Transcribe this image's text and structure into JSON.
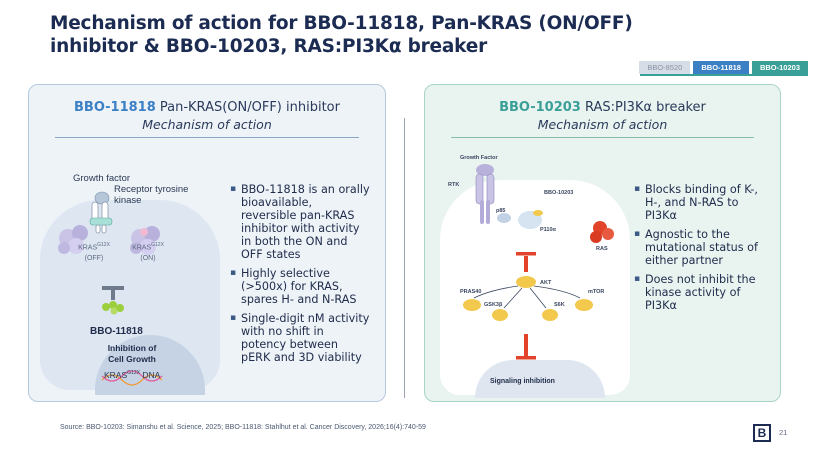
{
  "slide": {
    "title": "Mechanism of action for BBO-11818, Pan-KRAS (ON/OFF) inhibitor & BBO-10203, RAS:PI3Kα breaker",
    "page_number": "21",
    "source": "Source: BBO-10203: Simanshu et al. Science, 2025; BBO-11818: Stahlhut et al. Cancer Discovery, 2026;16(4):740-59",
    "logo_text": "B"
  },
  "tabs": [
    {
      "label": "BBO-8520"
    },
    {
      "label": "BBO-11818"
    },
    {
      "label": "BBO-10203"
    }
  ],
  "left_panel": {
    "drug": "BBO-11818",
    "heading_rest": " Pan-KRAS(ON/OFF) inhibitor",
    "subheading": "Mechanism of action",
    "bullets": [
      "BBO-11818 is an orally bioavailable, reversible pan-KRAS inhibitor with activity in both the ON and OFF states",
      "Highly selective (>500x) for KRAS, spares H- and N-RAS",
      "Single-digit nM activity with no shift in potency between pERK and 3D viability"
    ],
    "diagram": {
      "growth_factor": "Growth factor",
      "receptor": "Receptor tyrosine kinase",
      "kras_off": "KRAS",
      "kras_off_sup": "G12X",
      "kras_off_state": "(OFF)",
      "kras_on": "KRAS",
      "kras_on_sup": "G12X",
      "kras_on_state": "(ON)",
      "drug_label": "BBO-11818",
      "inhibition": "Inhibition of Cell Growth",
      "dna_prefix": "KRAS",
      "dna_sup": "G12X",
      "dna_suffix": " DNA"
    }
  },
  "right_panel": {
    "drug": "BBO-10203",
    "heading_rest": " RAS:PI3Kα breaker",
    "subheading": "Mechanism of action",
    "bullets": [
      "Blocks binding of K-, H-, and N-RAS to PI3Kα",
      "Agnostic to the mutational status of either partner",
      "Does not inhibit the kinase activity of PI3Kα"
    ],
    "diagram": {
      "growth_factor": "Growth Factor",
      "rtk": "RTK",
      "drug": "BBO-10203",
      "p85": "p85",
      "p110": "P110α",
      "ras": "RAS",
      "akt": "AKT",
      "pras40": "PRAS40",
      "mtor": "mTOR",
      "gsk3b": "GSK3β",
      "s6k": "S6K",
      "signaling": "Signaling inhibition"
    }
  },
  "colors": {
    "title": "#1b2b52",
    "blue": "#3b7fc4",
    "teal": "#3a9f97",
    "inhibitor_green": "#9ccf3e",
    "inhibit_red": "#e2442b"
  }
}
